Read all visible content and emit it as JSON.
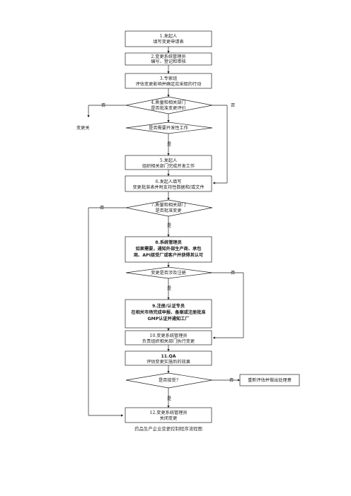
{
  "flow": {
    "step1": [
      "1.发起人",
      "填写变更申请表"
    ],
    "step2": [
      "2.变更系统管理员",
      "编号、登记和审核"
    ],
    "step3": [
      "3.专家组",
      "评估变更影响并确定应采取的行动"
    ],
    "step4": [
      "4.质量和相关部门",
      "是否批准变更评价"
    ],
    "dev_decision": "是否需要开发性工作",
    "step5": [
      "5.发起人",
      "组织相关部门完成开发工作"
    ],
    "step6": [
      "6.发起人填写",
      "变更批准表并附支持性数据和/或文件"
    ],
    "step7": [
      "7.质量和相关部门",
      "是否批准变更"
    ],
    "step8": [
      "8.系统管理员",
      "如果需要，通知外部生产商、承包",
      "商、API接受厂或客户并获得其认可"
    ],
    "reg_decision": "变更是否涉及注册",
    "step9": [
      "9.注册/认证专员",
      "在相关市场完成申报、备案或注册批准",
      "GMP认证并通知工厂"
    ],
    "step10": [
      "10.变更系统管理员",
      "负责组织相关部门执行变更"
    ],
    "step11": [
      "11.QA",
      "评估变更实施后的效果"
    ],
    "accept_decision": "是否接受?",
    "step12": [
      "12.变更系统管理员",
      "关闭变更"
    ],
    "change_close": "变更关",
    "reassess": "重新评估并做出处理意",
    "yes": "是",
    "no": "否",
    "caption": "药品生产企业变更控制程序流程图"
  }
}
